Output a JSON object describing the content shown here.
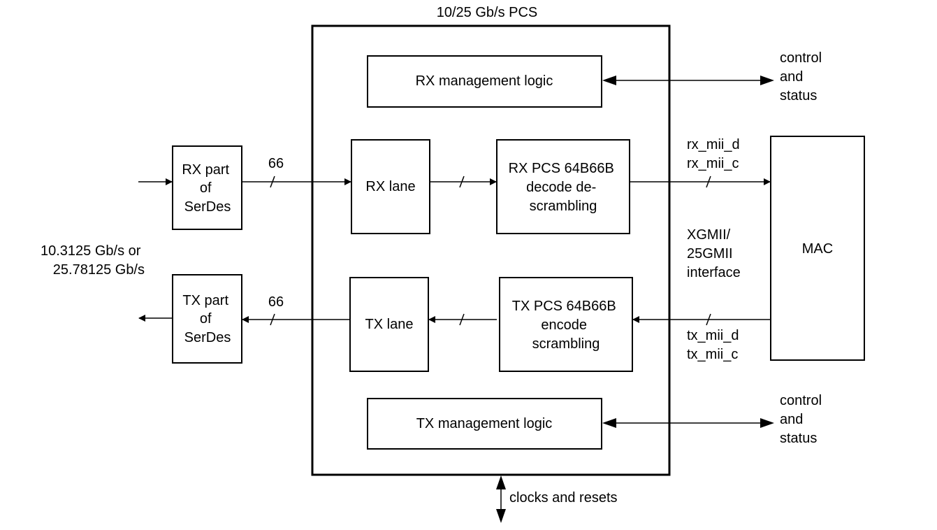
{
  "title": "10/25 Gb/s PCS",
  "blocks": {
    "rx_mgmt": "RX management logic",
    "tx_mgmt": "TX management logic",
    "rx_serdes": [
      "RX part",
      "of",
      "SerDes"
    ],
    "tx_serdes": [
      "TX part",
      "of",
      "SerDes"
    ],
    "rx_lane": "RX lane",
    "tx_lane": "TX lane",
    "rx_pcs": [
      "RX PCS 64B66B",
      "decode de-",
      "scrambling"
    ],
    "tx_pcs": [
      "TX PCS 64B66B",
      "encode",
      "scrambling"
    ],
    "mac": "MAC"
  },
  "labels": {
    "rx_width": "66",
    "tx_width": "66",
    "line_rate": [
      "10.3125 Gb/s or",
      "25.78125 Gb/s"
    ],
    "rx_signals": [
      "rx_mii_d",
      "rx_mii_c"
    ],
    "tx_signals": [
      "tx_mii_d",
      "tx_mii_c"
    ],
    "interface": [
      "XGMII/",
      "25GMII",
      "interface"
    ],
    "rx_ctrl_status": [
      "control",
      "and",
      "status"
    ],
    "tx_ctrl_status": [
      "control",
      "and",
      "status"
    ],
    "clocks": "clocks and resets"
  },
  "colors": {
    "stroke": "#000000",
    "background": "#ffffff"
  }
}
